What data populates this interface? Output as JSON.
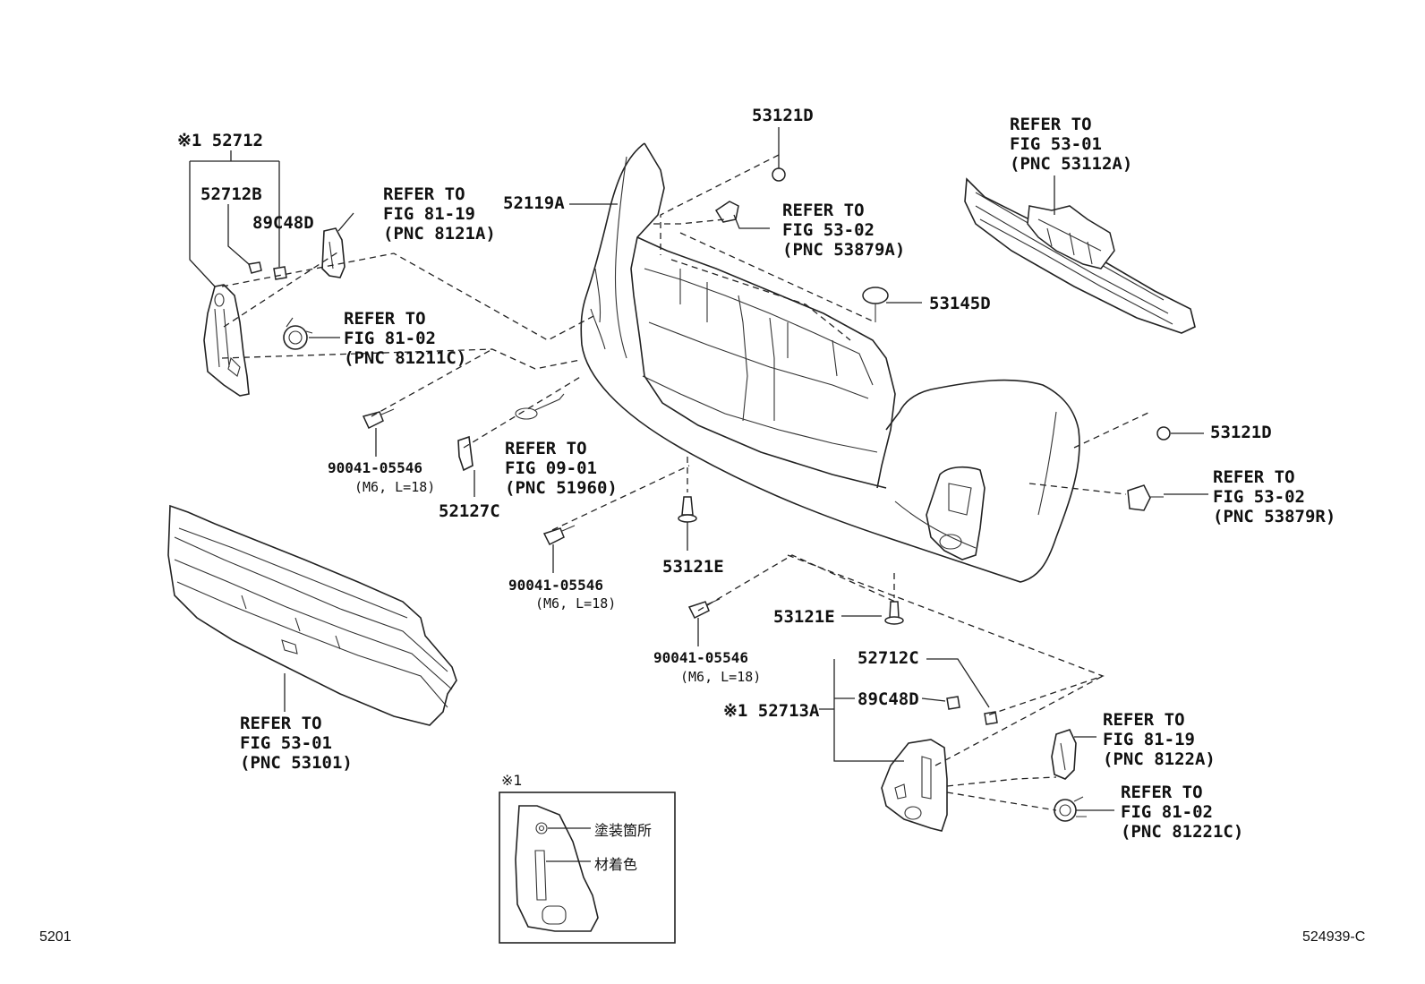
{
  "diagram": {
    "labels": {
      "p53121D_top": "53121D",
      "p52119A": "52119A",
      "refer_53879A": [
        "REFER TO",
        "FIG 53-02",
        "(PNC 53879A)"
      ],
      "refer_53112A": [
        "REFER TO",
        "FIG 53-01",
        "(PNC 53112A)"
      ],
      "p53145D": "53145D",
      "p53121D_right": "53121D",
      "refer_53879R": [
        "REFER TO",
        "FIG 53-02",
        "(PNC 53879R)"
      ],
      "p52712_group": "※1 52712",
      "p52712B": "52712B",
      "p89C48D_left": "89C48D",
      "refer_8121A": [
        "REFER TO",
        "FIG 81-19",
        "(PNC 8121A)"
      ],
      "refer_81211C": [
        "REFER TO",
        "FIG 81-02",
        "(PNC 81211C)"
      ],
      "bolt1_pn": "90041-05546",
      "bolt1_spec": "(M6, L=18)",
      "refer_51960": [
        "REFER TO",
        "FIG 09-01",
        "(PNC 51960)"
      ],
      "p52127C": "52127C",
      "p53121E_mid": "53121E",
      "bolt2_pn": "90041-05546",
      "bolt2_spec": "(M6, L=18)",
      "p53121E_right": "53121E",
      "bolt3_pn": "90041-05546",
      "bolt3_spec": "(M6, L=18)",
      "refer_53101": [
        "REFER TO",
        "FIG 53-01",
        "(PNC 53101)"
      ],
      "p52712C": "52712C",
      "p52713A": "※1 52713A",
      "p89C48D_right": "89C48D",
      "refer_8122A": [
        "REFER TO",
        "FIG 81-19",
        "(PNC 8122A)"
      ],
      "refer_81221C": [
        "REFER TO",
        "FIG 81-02",
        "(PNC 81221C)"
      ]
    },
    "inset": {
      "mark": "※1",
      "painted_area": "塗装箇所",
      "material_color": "材着色"
    },
    "footer": {
      "left_code": "5201",
      "right_code": "524939-C"
    }
  }
}
